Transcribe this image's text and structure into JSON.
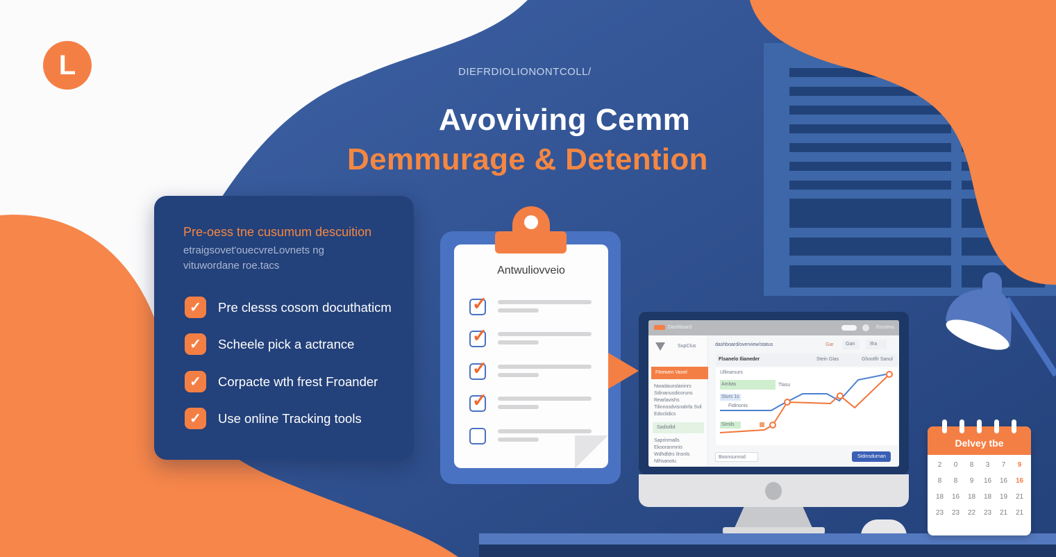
{
  "colors": {
    "brand_orange": "#f47f45",
    "navy": "#23417a",
    "mid_blue": "#3b5d9e",
    "light_blue": "#4a72c2",
    "background": "#fbfbfc"
  },
  "logo": {
    "letter": "L"
  },
  "hero": {
    "eyebrow": "DIEFRDIOLIONONTCOLL/",
    "title_line1": "Avoviving Cemm",
    "title_line2": "Demmurage & Detention"
  },
  "tips_card": {
    "heading": "Pre-oess tne cusumum descuition",
    "subtitle_lines": [
      "etraigsovet'ouecvreLovnets ng",
      "vituwordane roe.tacs"
    ],
    "items": [
      {
        "label": "Pre clesss cosom docuthaticm",
        "checked": true
      },
      {
        "label": "Scheele pick a actrance",
        "checked": true
      },
      {
        "label": "Corpacte wth frest Froander",
        "checked": true
      },
      {
        "label": "Use online Tracking tools",
        "checked": true
      }
    ],
    "check_glyph": "✓"
  },
  "clipboard": {
    "title": "Antwuliovveio",
    "items": [
      {
        "checked": true
      },
      {
        "checked": true
      },
      {
        "checked": true
      },
      {
        "checked": true
      },
      {
        "checked": false
      }
    ],
    "tick_glyph": "✓"
  },
  "dashboard": {
    "top_bar_label": "Dashboard",
    "top_bar_right": "Eursenu",
    "logo_label": "SupClus",
    "breadcrumb": "dashboard/overview/status",
    "header_buttons": [
      "Gar",
      "Gan",
      "Ifra"
    ],
    "panel_title": "Flsanelo Ilianeder",
    "panel_filters": [
      "Stein Glas",
      "Ghootfir Sanul"
    ],
    "sidebar_active": "Fleewen Vanel",
    "sidebar_items": [
      "Nwadauoslaninrs",
      "Sdinanusdicoruns",
      "Rearlavishs",
      "Tilinnosdvisnalnfa Svil",
      "Edoclidics"
    ],
    "sidebar_group": "Sadistlid",
    "sidebar_items2": [
      "Saprinmalls",
      "Ekooranmnis",
      "Wdhdldrs Ilnsnls",
      "Nthsanotu"
    ],
    "chart_labels": [
      "Ullinarsurs",
      "Amitas",
      "Tlasu",
      "Sturs 1s",
      "Fidinonis",
      "Simils"
    ],
    "search_placeholder": "Boonsunnsd",
    "action_button": "Sidinsdurnan"
  },
  "chart_data": {
    "type": "line",
    "title": "Flsanelo Ilianeder",
    "series": [
      {
        "name": "blue",
        "color": "#4a7fd1",
        "points": [
          [
            0,
            0.55
          ],
          [
            0.25,
            0.55
          ],
          [
            0.3,
            0.45
          ],
          [
            0.42,
            0.78
          ],
          [
            0.62,
            0.7
          ],
          [
            0.78,
            0.96
          ],
          [
            0.9,
            1.0
          ]
        ]
      },
      {
        "name": "orange",
        "color": "#f2753a",
        "points": [
          [
            0,
            0.2
          ],
          [
            0.28,
            0.3
          ],
          [
            0.38,
            0.65
          ],
          [
            0.6,
            0.67
          ],
          [
            0.65,
            0.85
          ],
          [
            0.8,
            0.45
          ],
          [
            1.0,
            1.05
          ]
        ]
      }
    ],
    "markers": [
      [
        0.28,
        0.3
      ],
      [
        0.38,
        0.65
      ],
      [
        0.66,
        0.85
      ],
      [
        1.0,
        1.05
      ]
    ]
  },
  "calendar": {
    "title": "Delvey tbe",
    "days": [
      "2",
      "0",
      "8",
      "3",
      "7",
      "9",
      "8",
      "8",
      "9",
      "16",
      "16",
      "16",
      "18",
      "16",
      "18",
      "18",
      "19",
      "21",
      "23",
      "23",
      "22",
      "23",
      "21",
      "21"
    ],
    "highlight_indices": [
      5,
      11
    ]
  }
}
